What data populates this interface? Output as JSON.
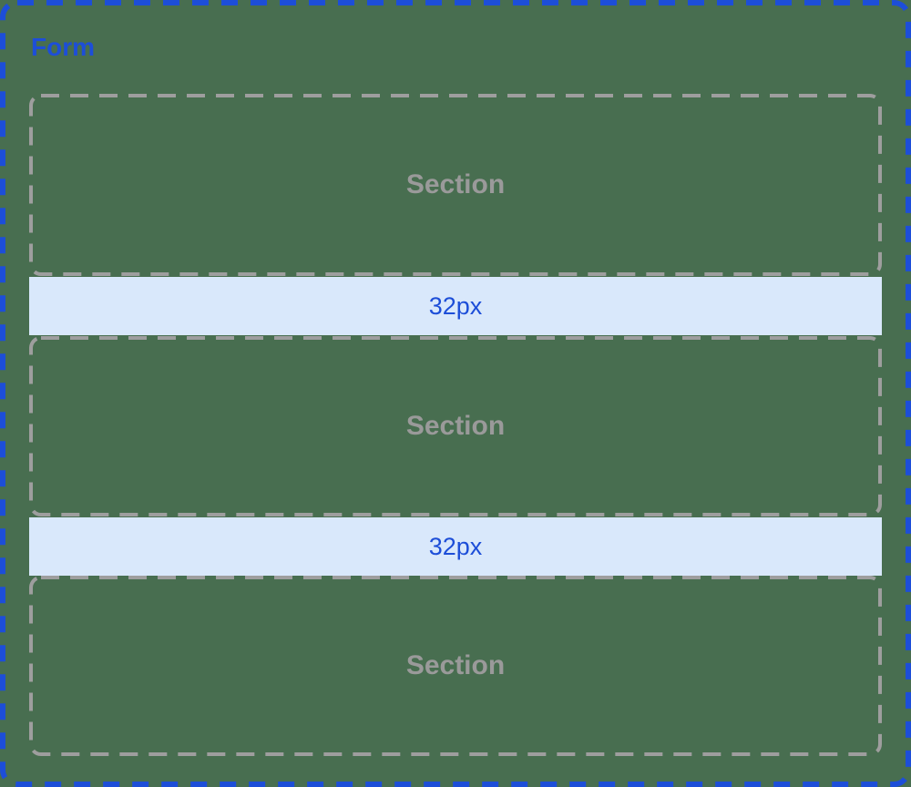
{
  "form": {
    "label": "Form"
  },
  "sections": [
    {
      "label": "Section"
    },
    {
      "label": "Section"
    },
    {
      "label": "Section"
    }
  ],
  "spacers": [
    {
      "label": "32px"
    },
    {
      "label": "32px"
    }
  ],
  "colors": {
    "canvas_background": "#486e50",
    "form_border": "#1d4ed8",
    "form_label": "#1d4ed8",
    "section_border": "#9e9e9e",
    "section_label": "#9a9a9a",
    "spacer_background": "#d9e8fb",
    "spacer_label": "#1d4ed8"
  }
}
